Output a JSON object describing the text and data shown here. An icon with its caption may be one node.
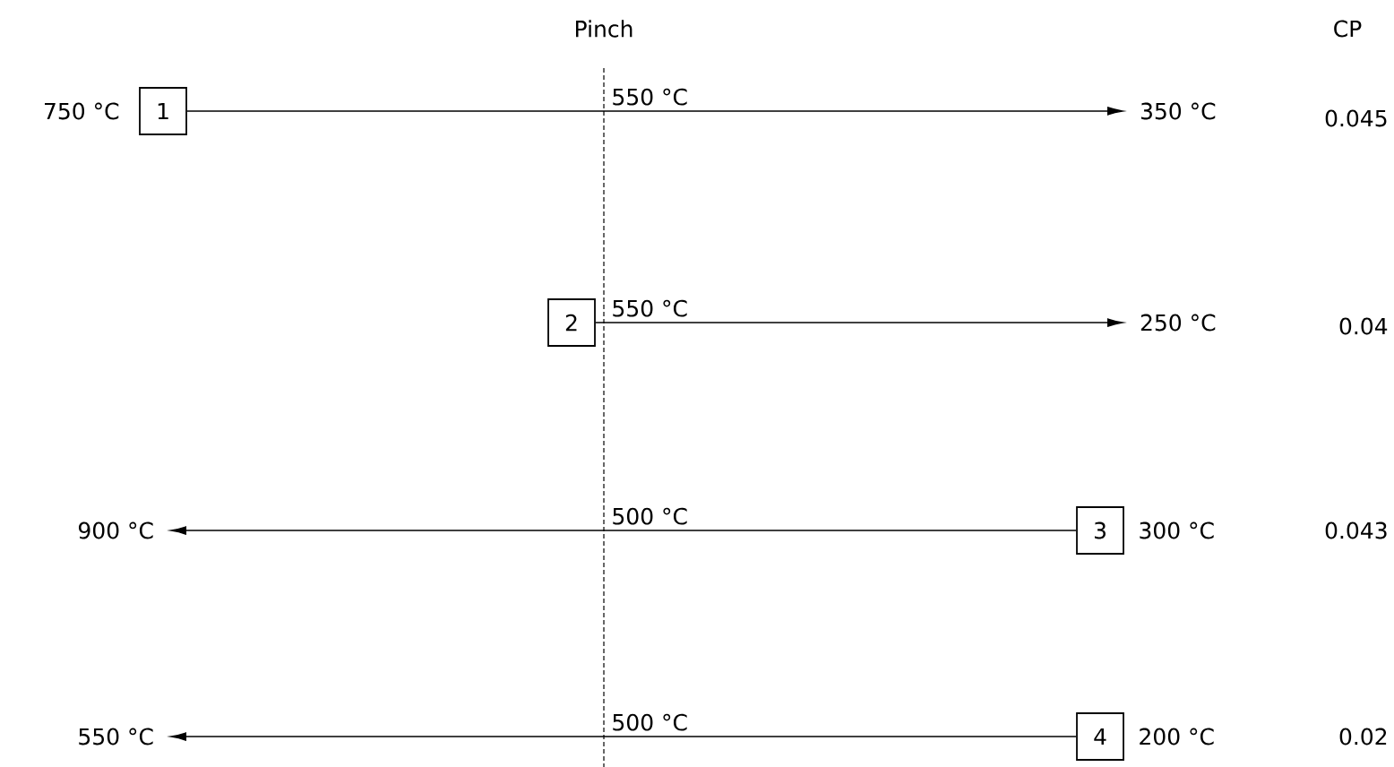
{
  "diagram": {
    "nodes": [
      {
        "text": [
          "1"
        ],
        "beside": [
          "750 °C"
        ]
      },
      {
        "text": [
          "350 °C"
        ]
      },
      {
        "text": [
          "2"
        ]
      },
      {
        "text": [
          "250 °C"
        ]
      },
      {
        "text": [
          "3"
        ],
        "beside": [
          "300 °C"
        ]
      },
      {
        "text": [
          "900 °C"
        ]
      },
      {
        "text": [
          "4"
        ],
        "beside": [
          "200 °C"
        ]
      },
      {
        "text": [
          "550 °C"
        ]
      }
    ],
    "edges": [
      {
        "from": 0,
        "to": 1,
        "arrow": "to",
        "label": "550 °C"
      },
      {
        "from": 2,
        "to": 3,
        "arrow": "to",
        "label": "550 °C"
      },
      {
        "from": 4,
        "to": 5,
        "arrow": "to",
        "label": "500 °C"
      },
      {
        "from": 6,
        "to": 7,
        "arrow": "to",
        "label": "500 °C"
      }
    ],
    "labels": [
      "Pinch",
      "CP",
      "0.045",
      "0.04",
      "0.043",
      "0.02"
    ]
  }
}
